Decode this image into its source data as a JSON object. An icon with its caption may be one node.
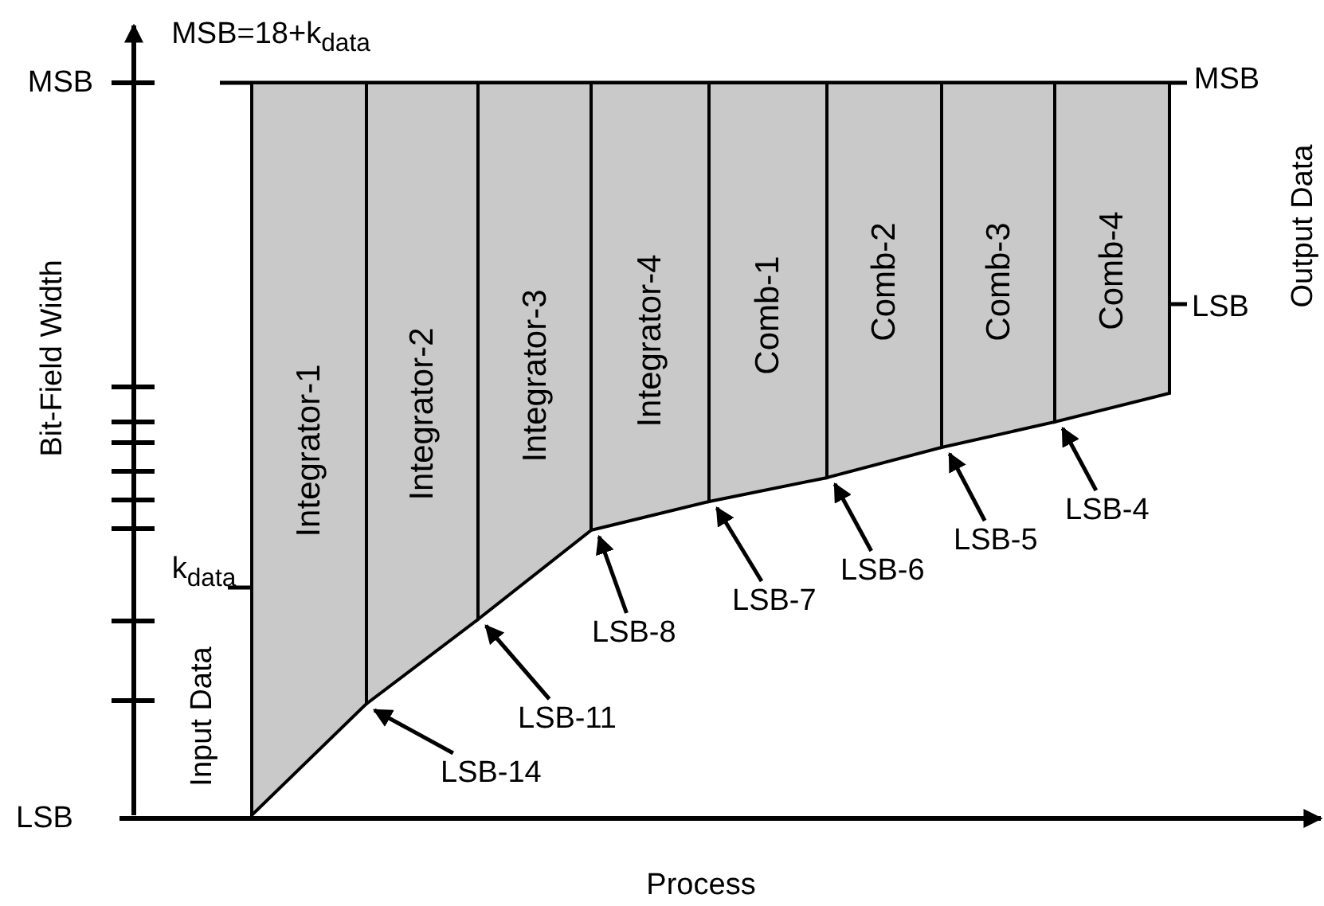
{
  "diagram": {
    "nodes": [
      {
        "text": [
          "Integrator-1"
        ]
      },
      {
        "text": [
          "Integrator-2"
        ]
      },
      {
        "text": [
          "Integrator-3"
        ]
      },
      {
        "text": [
          "Integrator-4"
        ]
      },
      {
        "text": [
          "Comb-1"
        ]
      },
      {
        "text": [
          "Comb-2"
        ]
      },
      {
        "text": [
          "Comb-3"
        ]
      },
      {
        "text": [
          "Comb-4"
        ]
      },
      {
        "text": [
          "LSB-14"
        ]
      },
      {
        "text": [
          "LSB-11"
        ]
      },
      {
        "text": [
          "LSB-8"
        ]
      },
      {
        "text": [
          "LSB-7"
        ]
      },
      {
        "text": [
          "LSB-6"
        ]
      },
      {
        "text": [
          "LSB-5"
        ]
      },
      {
        "text": [
          "LSB-4"
        ]
      }
    ],
    "edges": [
      {
        "from": 8,
        "to": 1,
        "arrow": "to"
      },
      {
        "from": 9,
        "to": 2,
        "arrow": "to"
      },
      {
        "from": 10,
        "to": 3,
        "arrow": "to"
      },
      {
        "from": 11,
        "to": 4,
        "arrow": "to"
      },
      {
        "from": 12,
        "to": 5,
        "arrow": "to"
      },
      {
        "from": 13,
        "to": 6,
        "arrow": "to"
      },
      {
        "from": 14,
        "to": 7,
        "arrow": "to"
      }
    ],
    "labels": [
      "MSB=18+k$_{data}$",
      "MSB",
      "Bit-Field Width",
      "k$_{data}$",
      "Input Data",
      "LSB",
      "MSB",
      "LSB",
      "Output Data",
      "Process"
    ]
  }
}
